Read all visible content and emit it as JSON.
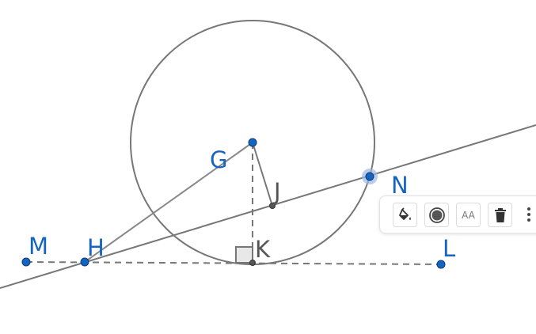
{
  "points": {
    "G": "G",
    "H": "H",
    "J": "J",
    "K": "K",
    "L": "L",
    "M": "M",
    "N": "N"
  },
  "colors": {
    "point_fill": "#1565c0",
    "label_blue": "#1565c0",
    "label_gray": "#555555",
    "line": "#777777",
    "selected_halo": "#9fb7e6"
  },
  "toolbar": {
    "buttons": [
      {
        "name": "fill-color-icon"
      },
      {
        "name": "point-style-icon"
      },
      {
        "name": "label-style-icon",
        "text": "AA"
      },
      {
        "name": "delete-icon"
      },
      {
        "name": "more-options-icon"
      }
    ]
  }
}
